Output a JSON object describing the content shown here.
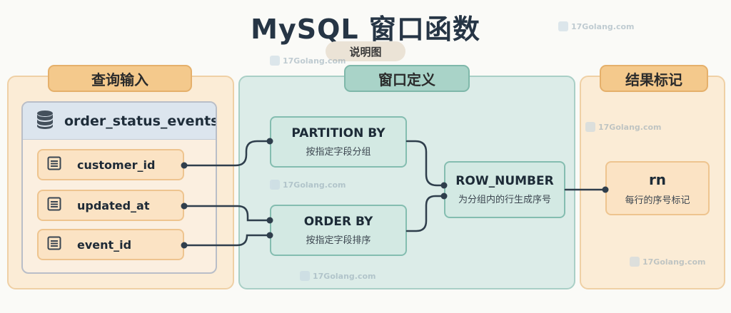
{
  "header": {
    "title": "MySQL 窗口函数",
    "subtitle": "说明图"
  },
  "panels": {
    "input": {
      "label": "查询输入"
    },
    "window": {
      "label": "窗口定义"
    },
    "result": {
      "label": "结果标记"
    }
  },
  "table": {
    "name": "order_status_events",
    "fields": [
      {
        "label": "customer_id"
      },
      {
        "label": "updated_at"
      },
      {
        "label": "event_id"
      }
    ]
  },
  "window": {
    "partition": {
      "title": "PARTITION BY",
      "desc": "按指定字段分组"
    },
    "order": {
      "title": "ORDER BY",
      "desc": "按指定字段排序"
    },
    "row_number": {
      "title": "ROW_NUMBER",
      "desc": "为分组内的行生成序号"
    }
  },
  "result": {
    "title": "rn",
    "desc": "每行的序号标记"
  },
  "watermark": {
    "text": "17Golang.com"
  },
  "colors": {
    "title": "#263545",
    "wire": "#2f3e4c",
    "input_panel": "#fbecd6",
    "window_panel": "#dcece8",
    "tab_orange": "#f4c98c",
    "tab_teal": "#a9d3c8"
  },
  "icons": {
    "table": "database-icon",
    "field": "field-list-icon",
    "watermark": "watermark-logo-icon"
  }
}
